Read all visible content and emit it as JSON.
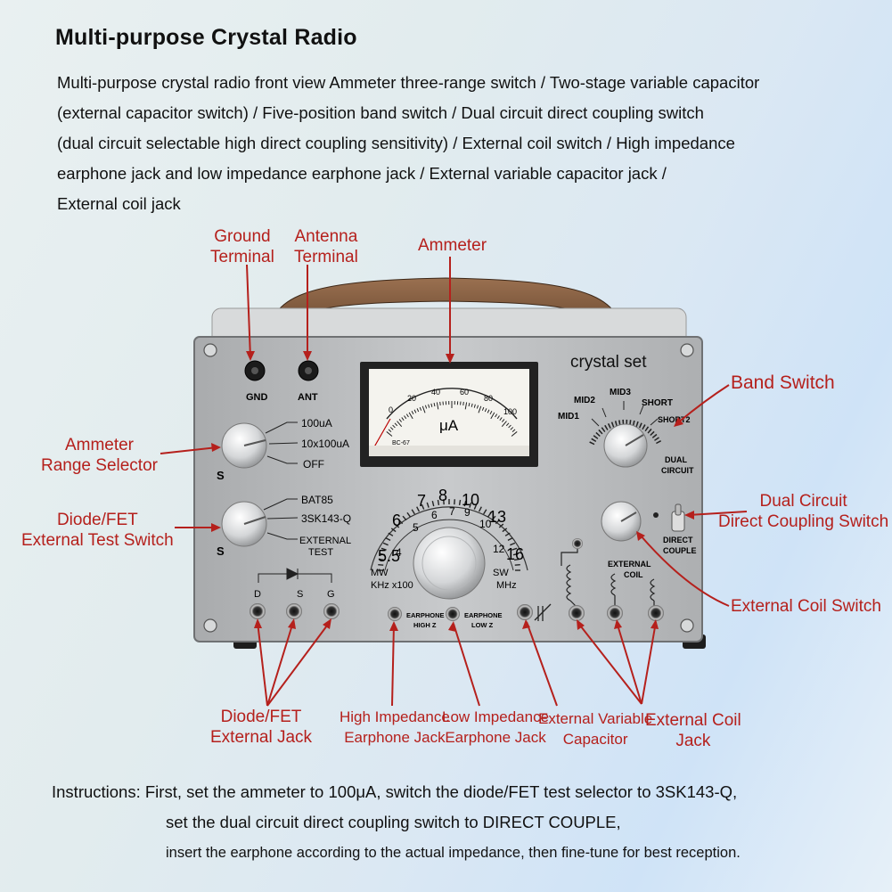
{
  "header": {
    "title": "Multi-purpose Crystal Radio",
    "description_lines": [
      "Multi-purpose crystal radio front view  Ammeter three-range switch / Two-stage variable capacitor",
      "(external capacitor switch) / Five-position band switch / Dual circuit direct coupling switch",
      "(dual circuit selectable high direct coupling sensitivity) / External coil switch / High impedance",
      "earphone jack and low impedance earphone jack / External variable capacitor jack /",
      "External coil jack"
    ]
  },
  "callouts": {
    "ground_terminal": [
      "Ground",
      "Terminal"
    ],
    "antenna_terminal": [
      "Antenna",
      "Terminal"
    ],
    "ammeter": [
      "Ammeter"
    ],
    "band_switch": [
      "Band Switch"
    ],
    "ammeter_range_selector": [
      "Ammeter",
      "Range Selector"
    ],
    "diode_fet_test_switch": [
      "Diode/FET",
      "External Test Switch"
    ],
    "dual_circuit_switch": [
      "Dual Circuit",
      "Direct Coupling Switch"
    ],
    "external_coil_switch": [
      "External Coil Switch"
    ],
    "diode_fet_jack": [
      "Diode/FET",
      "External Jack"
    ],
    "high_impedance_jack": [
      "High Impedance",
      "Earphone Jack"
    ],
    "low_impedance_jack": [
      "Low Impedance",
      "Earphone Jack"
    ],
    "external_variable_capacitor": [
      "External Variable",
      "Capacitor"
    ],
    "external_coil_jack": [
      "External Coil",
      "Jack"
    ]
  },
  "panel": {
    "brand": "crystal set",
    "gnd": "GND",
    "ant": "ANT",
    "meter": {
      "scale": [
        "0",
        "20",
        "40",
        "60",
        "80",
        "100"
      ],
      "unit": "μA",
      "model": "BC-67"
    },
    "ammeter_ranges": [
      "100uA",
      "10x100uA",
      "OFF"
    ],
    "diode_options": [
      "BAT85",
      "3SK143-Q",
      "EXTERNAL",
      "TEST"
    ],
    "knob_letter": "S",
    "band_positions": [
      "MID1",
      "MID2",
      "MID3",
      "SHORT",
      "SHORT2"
    ],
    "dual_circuit": [
      "DUAL",
      "CIRCUIT"
    ],
    "direct_couple": [
      "DIRECT",
      "COUPLE"
    ],
    "mw_scale": [
      "5.5",
      "6",
      "7",
      "8",
      "10",
      "13",
      "16"
    ],
    "sw_scale": [
      "4",
      "5",
      "6",
      "7",
      "9",
      "10",
      "12"
    ],
    "mw_label": "MW",
    "mw_unit": "KHz x100",
    "sw_label": "SW",
    "sw_unit": "MHz",
    "earphone_high": [
      "EARPHONE",
      "HIGH Z"
    ],
    "earphone_low": [
      "EARPHONE",
      "LOW Z"
    ],
    "external_coil": [
      "EXTERNAL",
      "COIL"
    ],
    "dsg": [
      "D",
      "S",
      "G"
    ]
  },
  "instructions": {
    "lines": [
      "Instructions:  First, set the ammeter to 100μA, switch the diode/FET test selector to 3SK143-Q,",
      "set the dual circuit direct coupling switch to DIRECT COUPLE,",
      "insert the earphone according to the actual impedance, then fine-tune for best reception."
    ]
  },
  "colors": {
    "callout": "#b5201c",
    "panel": "#b9bbbd",
    "handle": "#7a5638"
  }
}
